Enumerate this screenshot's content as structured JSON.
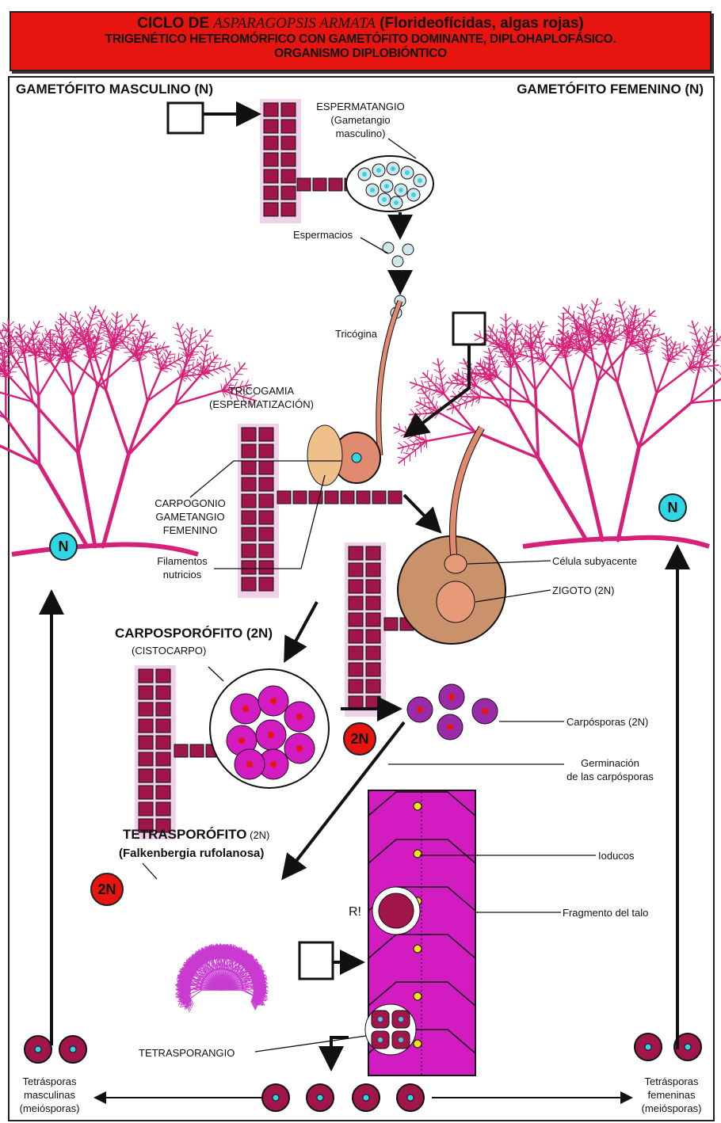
{
  "header": {
    "title_prefix": "CICLO DE ",
    "title_species": "ASPARAGOPSIS ARMATA",
    "title_suffix": " (Florideofícidas, algas rojas)",
    "line2": "TRIGENÉTICO HETEROMÓRFICO CON GAMETÓFITO DOMINANTE, DIPLOHAPLOFÁSICO.",
    "line3": "ORGANISMO DIPLOBIÓNTICO"
  },
  "labels": {
    "male_gametophyte": "GAMETÓFITO MASCULINO (N)",
    "female_gametophyte": "GAMETÓFITO FEMENINO (N)",
    "espermatangio": "ESPERMATANGIO",
    "gametangio_masculino_1": "(Gametangio",
    "gametangio_masculino_2": "masculino)",
    "espermacios": "Espermacios",
    "tricogina": "Tricógina",
    "tricogamia": "TRICOGAMIA",
    "espermatizacion": "(ESPERMATIZACIÓN)",
    "carpogonio": "CARPOGONIO",
    "gametangio_femenino": "GAMETANGIO",
    "femenino": "FEMENINO",
    "filamentos": "Filamentos",
    "nutricios": "nutricios",
    "celula_subyacente": "Célula subyacente",
    "zigoto": "ZIGOTO (2N)",
    "carposporofito": "CARPOSPORÓFITO (2N)",
    "cistocarpo": "(CISTOCARPO)",
    "carposporas": "Carpósporas (2N)",
    "germinacion_1": "Germinación",
    "germinacion_2": "de las carpósporas",
    "tetrasporofito": "TETRASPORÓFITO",
    "tetrasporofito_ploidy": "(2N)",
    "falkenbergia": "(Falkenbergia rufolanosa)",
    "ioducos": "Ioducos",
    "fragmento": "Fragmento del talo",
    "r_mark": "R!",
    "tetrasporangio": "TETRASPORANGIO",
    "tetrasporas_masc_1": "Tetrásporas",
    "tetrasporas_masc_2": "masculinas",
    "tetrasporas_masc_3": "(meiósporas)",
    "tetrasporas_fem_1": "Tetrásporas",
    "tetrasporas_fem_2": "femeninas",
    "tetrasporas_fem_3": "(meiósporas)"
  },
  "badges": {
    "haploid": "N",
    "diploid": "2N"
  },
  "colors": {
    "header_bg": "#e8140f",
    "alga_pink": "#d6217a",
    "cell_maroon": "#a0164a",
    "magenta": "#d21bc0",
    "haploid_badge": "#2fd6e6",
    "zygote_tan": "#e79a78"
  }
}
